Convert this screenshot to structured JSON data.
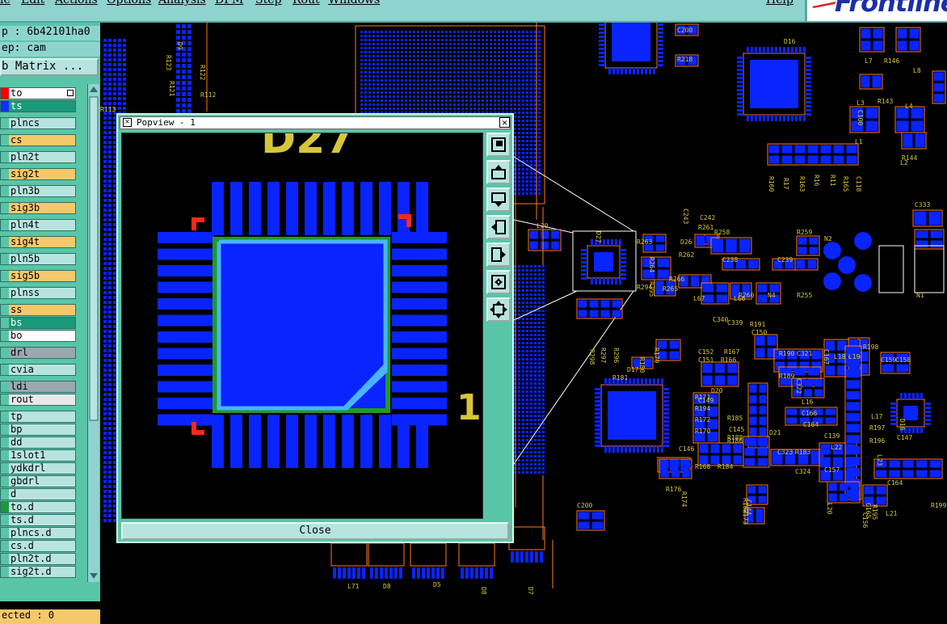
{
  "menu": {
    "items": [
      "le",
      "Edit",
      "Actions",
      "Options",
      "Analysis",
      "DFM",
      "Step",
      "Rout",
      "Windows"
    ],
    "help": "Help",
    "logo_text": "Frontline"
  },
  "left_panel": {
    "job_line": "p : 6b42101ha0",
    "step_line": "ep: cam",
    "matrix_button": "b Matrix ...",
    "status": "ected : 0"
  },
  "layers": [
    {
      "name": "to",
      "bg": "#ffffff",
      "swatch": "#ff0000",
      "marker": true
    },
    {
      "name": "ts",
      "bg": "#1a9a78",
      "swatch": "#1030ff",
      "text": "#ffffff"
    },
    {
      "name": "plncs",
      "bg": "#b8e4e0"
    },
    {
      "name": "cs",
      "bg": "#f5c96a"
    },
    {
      "name": "pln2t",
      "bg": "#b8e4e0"
    },
    {
      "name": "sig2t",
      "bg": "#f5c96a"
    },
    {
      "name": "pln3b",
      "bg": "#b8e4e0"
    },
    {
      "name": "sig3b",
      "bg": "#f5c96a"
    },
    {
      "name": "pln4t",
      "bg": "#b8e4e0"
    },
    {
      "name": "sig4t",
      "bg": "#f5c96a"
    },
    {
      "name": "pln5b",
      "bg": "#b8e4e0"
    },
    {
      "name": "sig5b",
      "bg": "#f5c96a"
    },
    {
      "name": "plnss",
      "bg": "#b8e4e0"
    },
    {
      "name": "ss",
      "bg": "#f5c96a"
    },
    {
      "name": "bs",
      "bg": "#1a9a78",
      "text": "#ffffff"
    },
    {
      "name": "bo",
      "bg": "#ffffff"
    },
    {
      "name": "drl",
      "bg": "#9aa8b0"
    },
    {
      "name": "cvia",
      "bg": "#b8e4e0"
    },
    {
      "name": "ldi",
      "bg": "#9aa8b0"
    },
    {
      "name": "rout",
      "bg": "#e8e8e8"
    },
    {
      "name": "tp",
      "bg": "#b8e4e0"
    },
    {
      "name": "bp",
      "bg": "#b8e4e0"
    },
    {
      "name": "dd",
      "bg": "#b8e4e0"
    },
    {
      "name": "1slot1",
      "bg": "#b8e4e0"
    },
    {
      "name": "ydkdrl",
      "bg": "#b8e4e0"
    },
    {
      "name": "gbdrl",
      "bg": "#b8e4e0"
    },
    {
      "name": "d",
      "bg": "#b8e4e0"
    },
    {
      "name": "to.d",
      "bg": "#b8e4e0",
      "swatch": "#1a9a3a"
    },
    {
      "name": "ts.d",
      "bg": "#b8e4e0"
    },
    {
      "name": "plncs.d",
      "bg": "#b8e4e0"
    },
    {
      "name": "cs.d",
      "bg": "#b8e4e0"
    },
    {
      "name": "pln2t.d",
      "bg": "#b8e4e0"
    },
    {
      "name": "sig2t.d",
      "bg": "#b8e4e0"
    }
  ],
  "popview": {
    "title": "Popview - 1",
    "close_label": "Close",
    "part_label": "D27",
    "pin_one": "1"
  },
  "board": {
    "designators": [
      {
        "t": "C200"
      },
      {
        "t": "R218"
      },
      {
        "t": "D16"
      },
      {
        "t": "L7"
      },
      {
        "t": "R146"
      },
      {
        "t": "L8"
      },
      {
        "t": "L3"
      },
      {
        "t": "R143"
      },
      {
        "t": "L4"
      },
      {
        "t": "L1"
      },
      {
        "t": "L2"
      },
      {
        "t": "R144"
      },
      {
        "t": "C100"
      },
      {
        "t": "R160"
      },
      {
        "t": "R17"
      },
      {
        "t": "R163"
      },
      {
        "t": "R16"
      },
      {
        "t": "R11"
      },
      {
        "t": "R165"
      },
      {
        "t": "C118"
      },
      {
        "t": "C333"
      },
      {
        "t": "C242"
      },
      {
        "t": "C243"
      },
      {
        "t": "R261"
      },
      {
        "t": "R264"
      },
      {
        "t": "R263"
      },
      {
        "t": "D26"
      },
      {
        "t": "R262"
      },
      {
        "t": "R266"
      },
      {
        "t": "R265"
      },
      {
        "t": "R258"
      },
      {
        "t": "R259"
      },
      {
        "t": "C238"
      },
      {
        "t": "C239"
      },
      {
        "t": "R260"
      },
      {
        "t": "R255"
      },
      {
        "t": "L67"
      },
      {
        "t": "L66"
      },
      {
        "t": "N4"
      },
      {
        "t": "N2"
      },
      {
        "t": "N1"
      },
      {
        "t": "C340"
      },
      {
        "t": "C339"
      },
      {
        "t": "L20"
      },
      {
        "t": "D27"
      },
      {
        "t": "R298"
      },
      {
        "t": "R297"
      },
      {
        "t": "R296"
      },
      {
        "t": "R295"
      },
      {
        "t": "R294"
      },
      {
        "t": "R180"
      },
      {
        "t": "R179"
      },
      {
        "t": "R181"
      },
      {
        "t": "D17"
      },
      {
        "t": "R191"
      },
      {
        "t": "C150"
      },
      {
        "t": "C152"
      },
      {
        "t": "R167"
      },
      {
        "t": "C151"
      },
      {
        "t": "R166"
      },
      {
        "t": "R190"
      },
      {
        "t": "C321"
      },
      {
        "t": "R189"
      },
      {
        "t": "C322"
      },
      {
        "t": "C167"
      },
      {
        "t": "R198"
      },
      {
        "t": "L18"
      },
      {
        "t": "L19"
      },
      {
        "t": "C159"
      },
      {
        "t": "C158"
      },
      {
        "t": "D20"
      },
      {
        "t": "C149"
      },
      {
        "t": "R171"
      },
      {
        "t": "R194"
      },
      {
        "t": "R172"
      },
      {
        "t": "R170"
      },
      {
        "t": "R188"
      },
      {
        "t": "R185"
      },
      {
        "t": "C145"
      },
      {
        "t": "R186"
      },
      {
        "t": "D21"
      },
      {
        "t": "L16"
      },
      {
        "t": "C166"
      },
      {
        "t": "C164"
      },
      {
        "t": "L22"
      },
      {
        "t": "L17"
      },
      {
        "t": "R197"
      },
      {
        "t": "R196"
      },
      {
        "t": "L23"
      },
      {
        "t": "D18"
      },
      {
        "t": "C147"
      },
      {
        "t": "C146"
      },
      {
        "t": "R168"
      },
      {
        "t": "R184"
      },
      {
        "t": "C323"
      },
      {
        "t": "R183"
      },
      {
        "t": "C324"
      },
      {
        "t": "C139"
      },
      {
        "t": "C157"
      },
      {
        "t": "C144"
      },
      {
        "t": "R182"
      },
      {
        "t": "R173"
      },
      {
        "t": "R176"
      },
      {
        "t": "R174"
      },
      {
        "t": "L20"
      },
      {
        "t": "C165"
      },
      {
        "t": "R195"
      },
      {
        "t": "L21"
      },
      {
        "t": "C156"
      },
      {
        "t": "C164"
      },
      {
        "t": "R199"
      },
      {
        "t": "C200"
      },
      {
        "t": "L71"
      },
      {
        "t": "D8"
      },
      {
        "t": "D5"
      },
      {
        "t": "D8"
      },
      {
        "t": "D7"
      },
      {
        "t": "D9"
      },
      {
        "t": "R123"
      },
      {
        "t": "R122"
      },
      {
        "t": "R121"
      },
      {
        "t": "R112"
      },
      {
        "t": "R113"
      },
      {
        "t": "R11"
      }
    ]
  },
  "colors": {
    "pad": "#0a24ff",
    "outline": "#ff7a1a",
    "silk": "#d7c63a",
    "panel": "#58c6a6",
    "menu": "#8fd3cf",
    "body": "#1f9b27",
    "edge": "#ff2a1a"
  }
}
